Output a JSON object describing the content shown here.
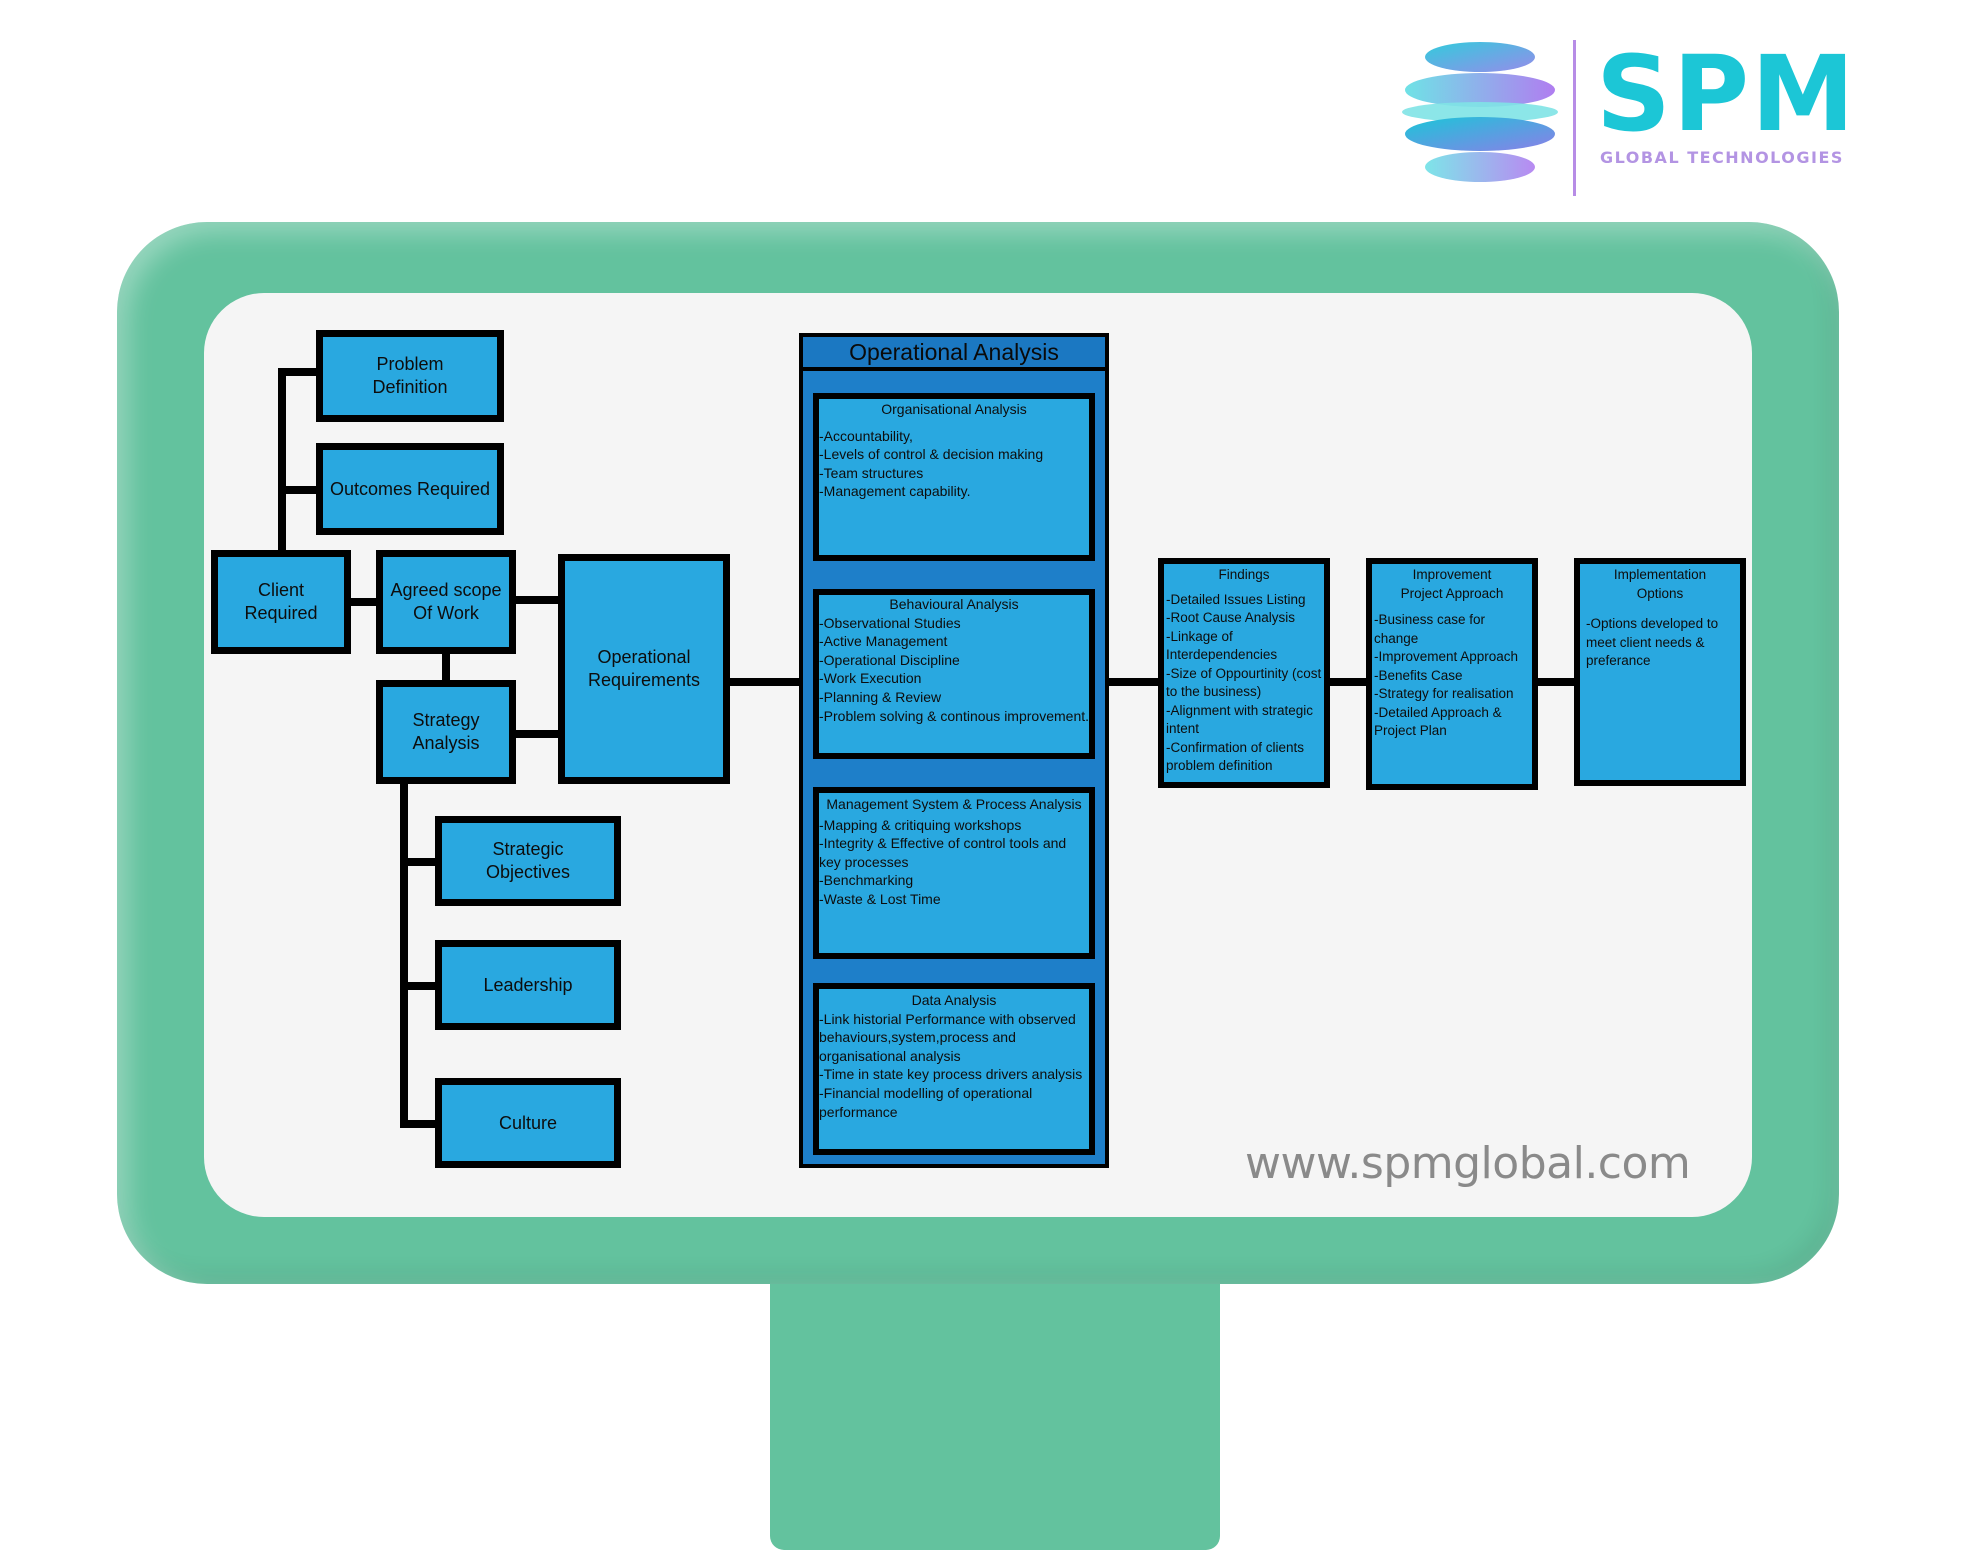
{
  "logo": {
    "mark_icon": "spm-sphere-icon",
    "name": "SPM",
    "tagline": "GLOBAL TECHNOLOGIES",
    "colors": {
      "name": "#1cc6d6",
      "tagline": "#b394e3"
    }
  },
  "diagram": {
    "client_required": "Client\nRequired",
    "problem_definition": "Problem\nDefinition",
    "outcomes_required": "Outcomes Required",
    "agreed_scope": "Agreed scope\nOf Work",
    "strategy_analysis": "Strategy\nAnalysis",
    "strategic_objectives": "Strategic\nObjectives",
    "leadership": "Leadership",
    "culture": "Culture",
    "operational_requirements": "Operational\nRequirements",
    "operational_analysis": {
      "title": "Operational Analysis",
      "panels": [
        {
          "title": "Organisational Analysis",
          "items": [
            "-Accountability,",
            "-Levels of control & decision making",
            "-Team structures",
            "-Management capability."
          ]
        },
        {
          "title": "Behavioural Analysis",
          "items": [
            "-Observational Studies",
            "-Active Management",
            "-Operational Discipline",
            "-Work Execution",
            "-Planning & Review",
            "-Problem solving & continous improvement."
          ]
        },
        {
          "title": "Management System & Process Analysis",
          "items": [
            "-Mapping & critiquing workshops",
            "-Integrity & Effective of control tools and key processes",
            "-Benchmarking",
            "-Waste & Lost Time"
          ]
        },
        {
          "title": "Data Analysis",
          "items": [
            "-Link historial Performance with observed behaviours,system,process and organisational analysis",
            "-Time in state key process drivers analysis",
            "-Financial modelling of operational performance"
          ]
        }
      ]
    },
    "findings": {
      "title": "Findings",
      "items": [
        "-Detailed Issues Listing",
        "-Root Cause Analysis",
        "-Linkage of Interdependencies",
        "-Size of Oppourtinity (cost to the business)",
        "-Alignment with strategic intent",
        "-Confirmation of clients problem definition"
      ]
    },
    "improvement": {
      "title": "Improvement\nProject Approach",
      "items": [
        "-Business case for change",
        "-Improvement Approach",
        "-Benefits Case",
        "-Strategy for realisation",
        "-Detailed Approach & Project Plan"
      ]
    },
    "implementation": {
      "title": "Implementation\nOptions",
      "items": [
        "-Options developed to meet client needs & preferance"
      ]
    }
  },
  "footer": {
    "url": "www.spmglobal.com"
  },
  "colors": {
    "box": "#29a8e0",
    "container": "#1e7fc9",
    "frame": "#63c29e",
    "screen": "#f5f5f5"
  }
}
